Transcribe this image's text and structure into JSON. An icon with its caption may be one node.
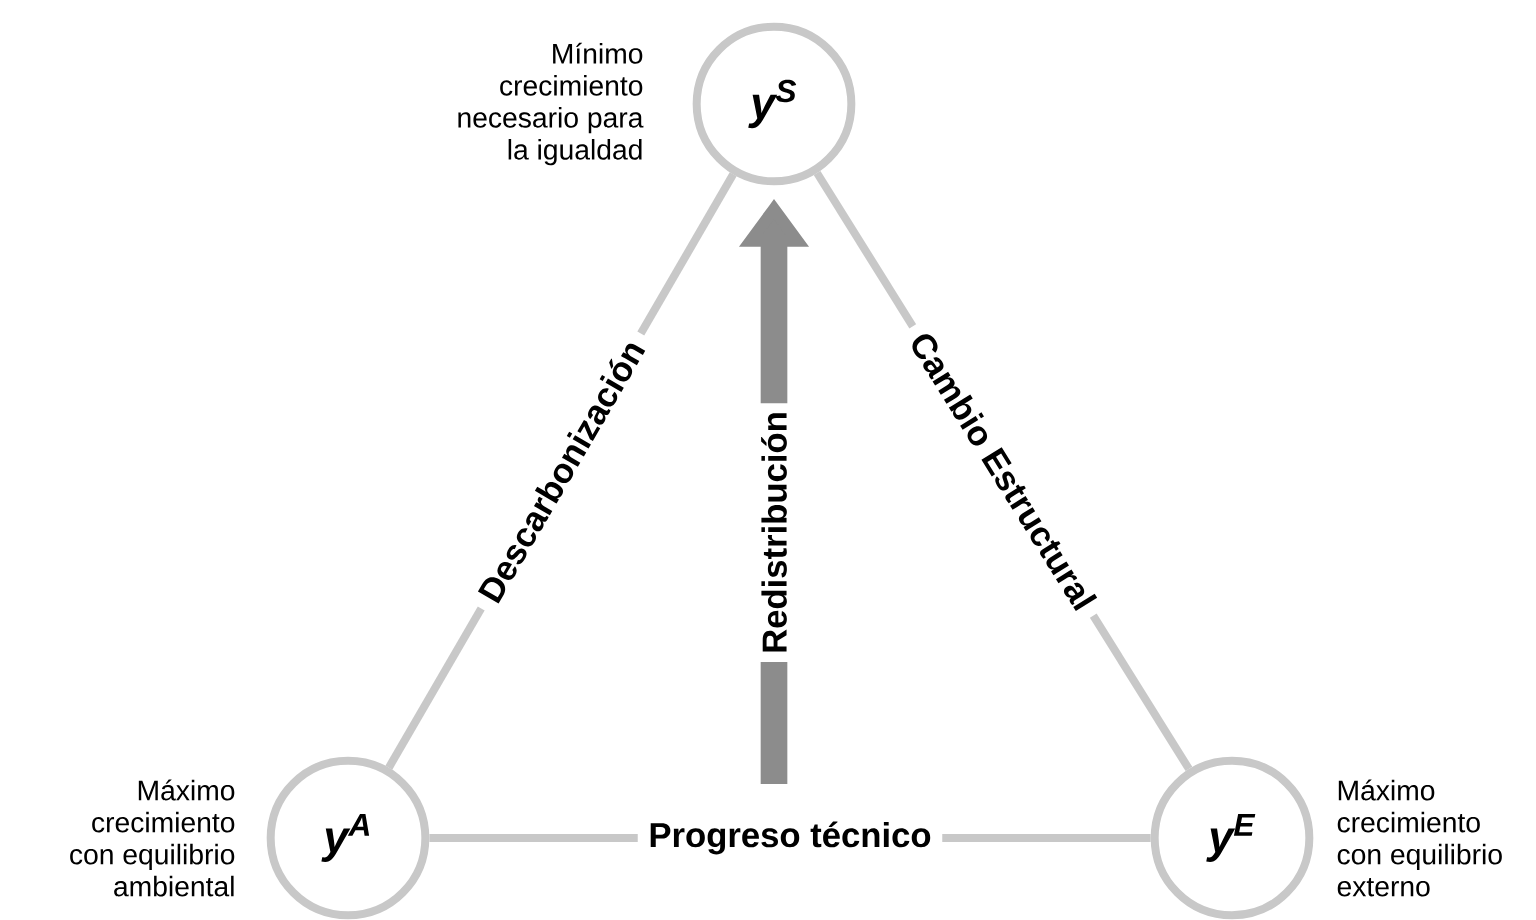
{
  "diagram": {
    "nodes": [
      {
        "text": [
          "y$^{S}$"
        ],
        "beside": [
          "Mínimo crecimiento necesario para la igualdad"
        ]
      },
      {
        "text": [
          "y$^{A}$"
        ],
        "beside": [
          "Máximo crecimiento con equilibrio ambiental"
        ]
      },
      {
        "text": [
          "y$^{E}$"
        ],
        "beside": [
          "Máximo crecimiento con equilibrio externo"
        ]
      }
    ],
    "edges": [
      {
        "from": 0,
        "to": 1,
        "arrow": "none",
        "label": "Descarbonización"
      },
      {
        "from": 0,
        "to": 2,
        "arrow": "none",
        "label": "Cambio Estructural"
      },
      {
        "from": 1,
        "to": 2,
        "arrow": "none",
        "label": "Progreso técnico"
      },
      {
        "from": null,
        "to": 0,
        "arrow": "to",
        "label": "Redistribución",
        "style": "thick",
        "color": "#8c8c8c"
      }
    ]
  }
}
